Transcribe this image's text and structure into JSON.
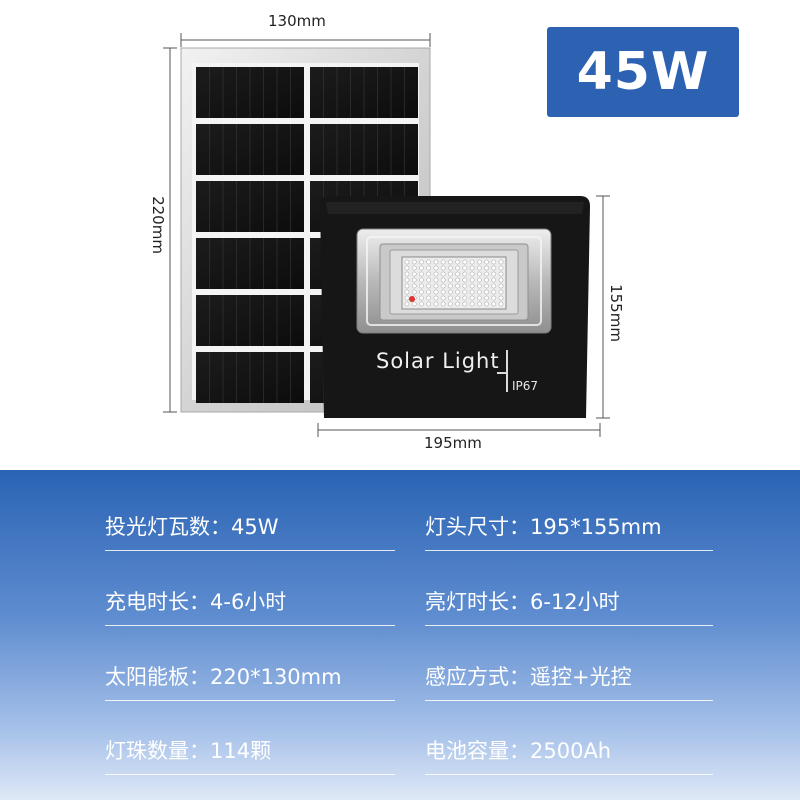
{
  "badge": {
    "text": "45W"
  },
  "dimensions": {
    "panel_width": "130mm",
    "panel_height": "220mm",
    "light_height": "155mm",
    "light_width": "195mm"
  },
  "light": {
    "brand": "Solar Light",
    "rating": "IP67"
  },
  "specs": [
    {
      "label": "投光灯瓦数：45W"
    },
    {
      "label": "灯头尺寸：195*155mm"
    },
    {
      "label": "充电时长：4-6小时"
    },
    {
      "label": "亮灯时长：6-12小时"
    },
    {
      "label": "太阳能板：220*130mm"
    },
    {
      "label": "感应方式：遥控+光控"
    },
    {
      "label": "灯珠数量：114颗"
    },
    {
      "label": "电池容量：2500Ah"
    }
  ],
  "colors": {
    "accent_blue": "#2d62b3",
    "panel_black": "#111111",
    "frame_silver": "#d9d9d9"
  }
}
